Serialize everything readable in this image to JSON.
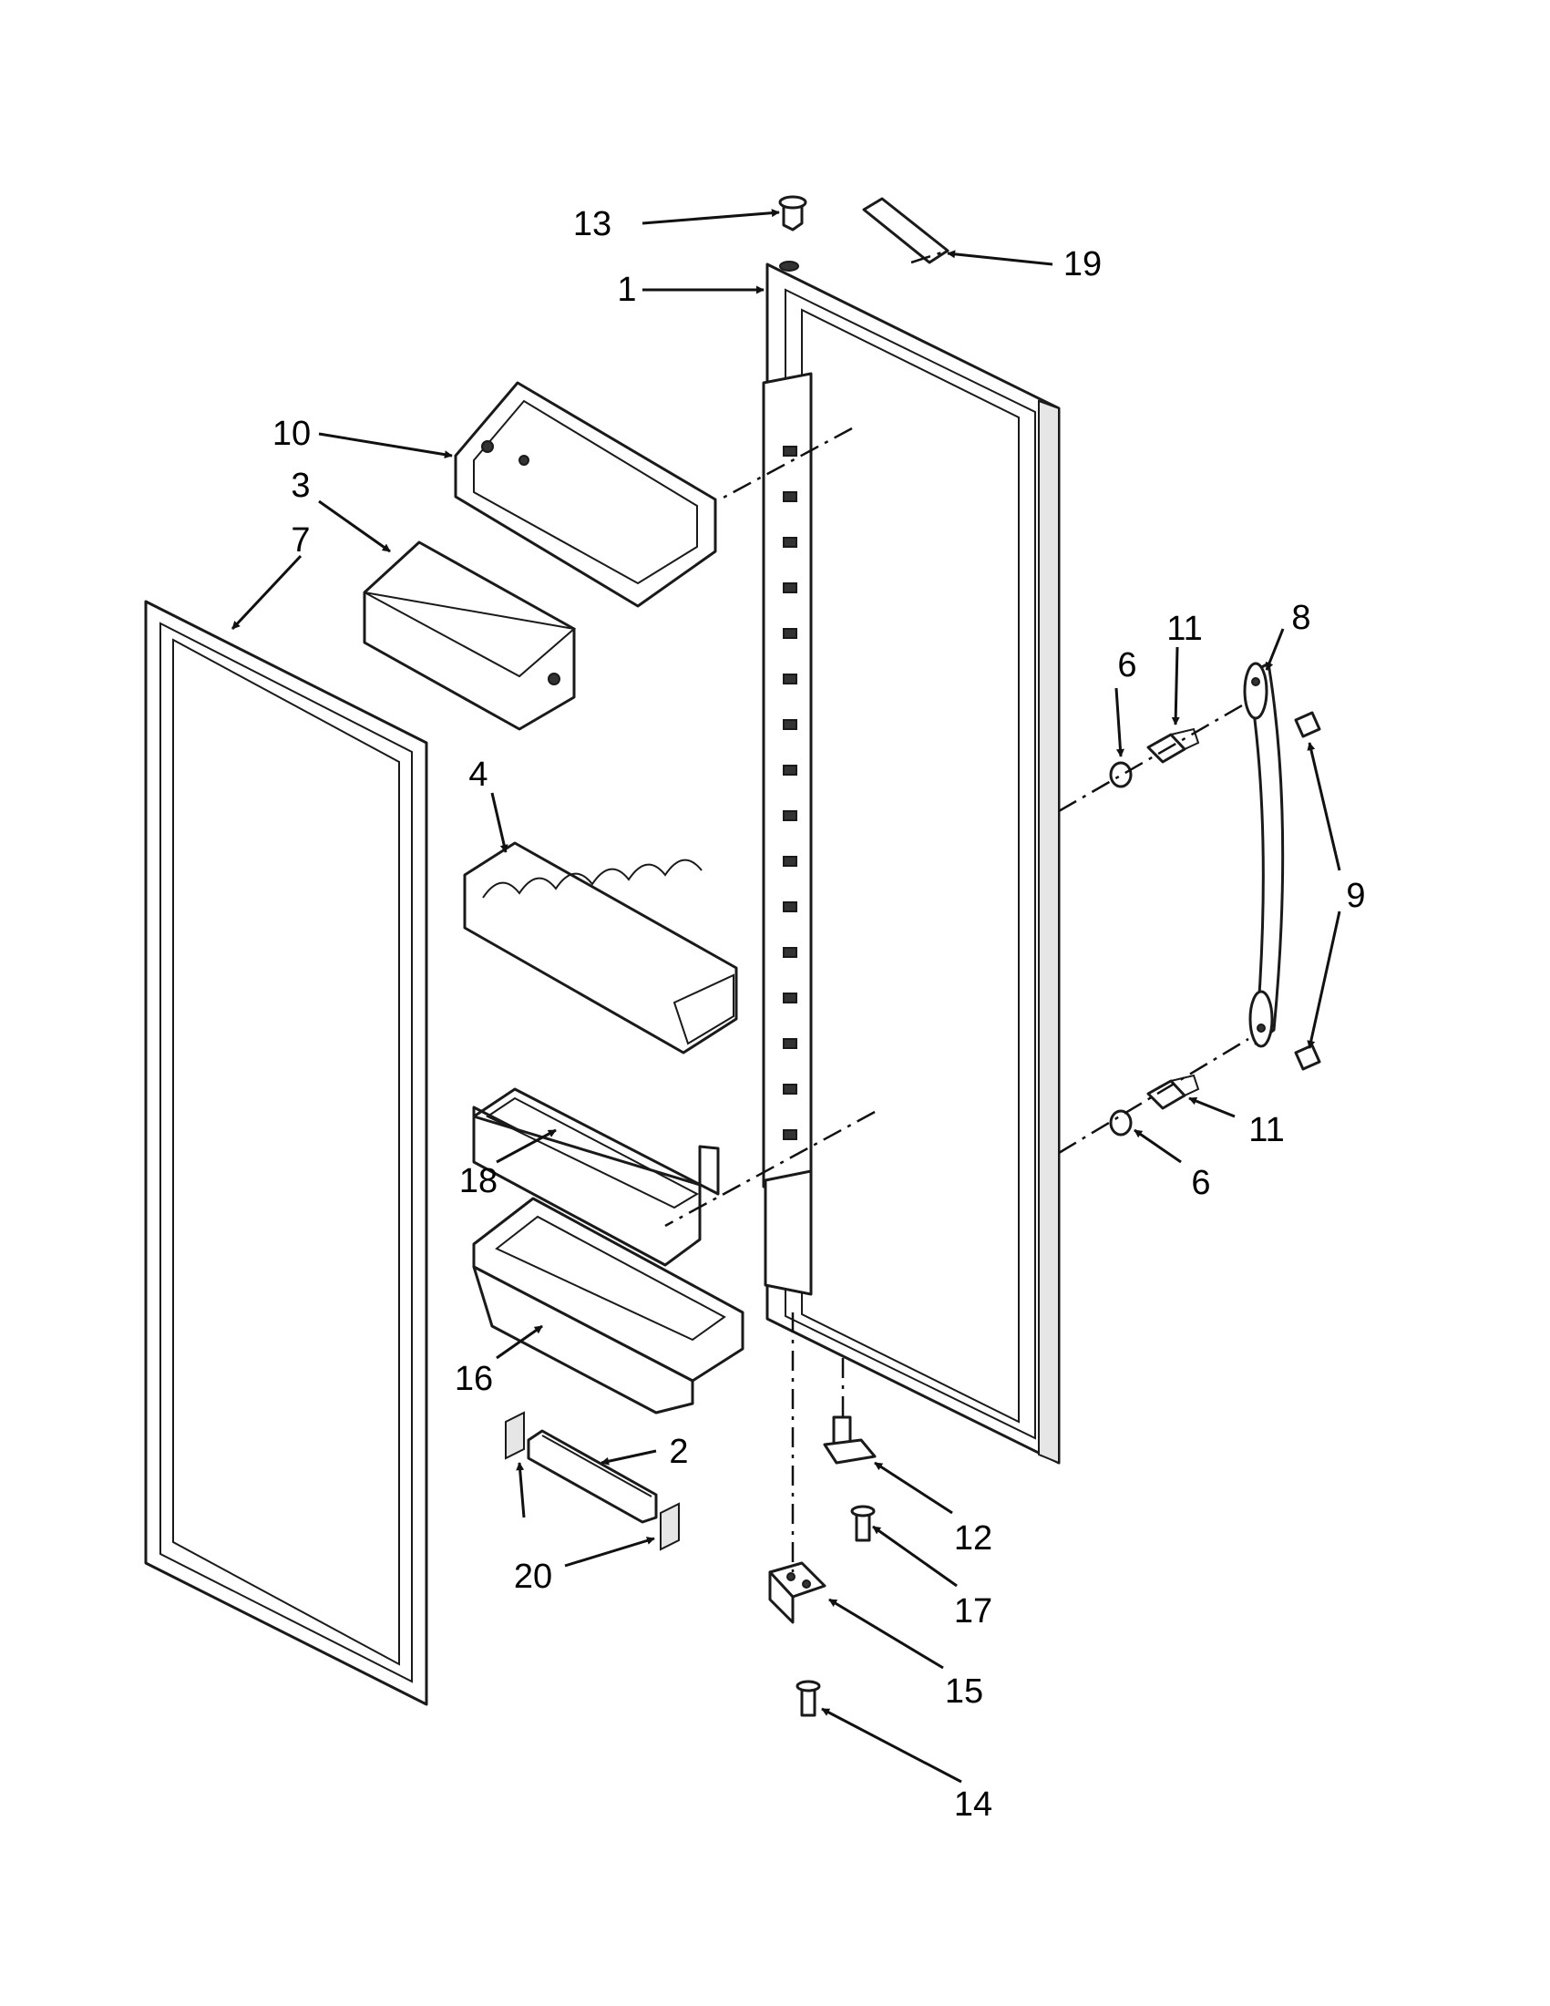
{
  "callouts": {
    "c1": "1",
    "c2": "2",
    "c3": "3",
    "c4": "4",
    "c6a": "6",
    "c6b": "6",
    "c7": "7",
    "c8": "8",
    "c9": "9",
    "c10": "10",
    "c11a": "11",
    "c11b": "11",
    "c12": "12",
    "c13": "13",
    "c14": "14",
    "c15": "15",
    "c16": "16",
    "c17": "17",
    "c18": "18",
    "c19": "19",
    "c20": "20"
  },
  "colors": {
    "line": "#1a1a1a",
    "background": "#ffffff"
  }
}
